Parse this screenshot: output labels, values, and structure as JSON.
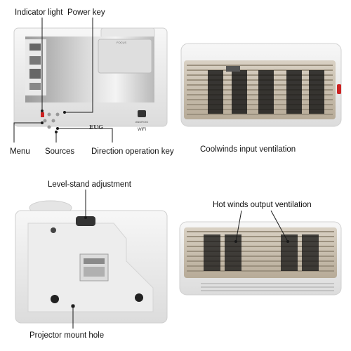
{
  "labels": {
    "indicator_light": "Indicator light",
    "power_key": "Power key",
    "menu": "Menu",
    "sources": "Sources",
    "direction_key": "Direction operation key",
    "coolwinds": "Coolwinds input ventilation",
    "level_stand": "Level-stand adjustment",
    "hot_winds": "Hot winds output ventilation",
    "mount_hole": "Projector mount hole"
  },
  "device_text": {
    "brand": "EUG",
    "focus": "FOCUS",
    "wifi": "WiFi",
    "android": "ANDROID"
  },
  "colors": {
    "panel_silver": "#b8b8b8",
    "body_white": "#f2f2f2",
    "vent_gray": "#c9bfb0",
    "callout_line": "#1a1a1a",
    "dot_red": "#cc2222"
  }
}
